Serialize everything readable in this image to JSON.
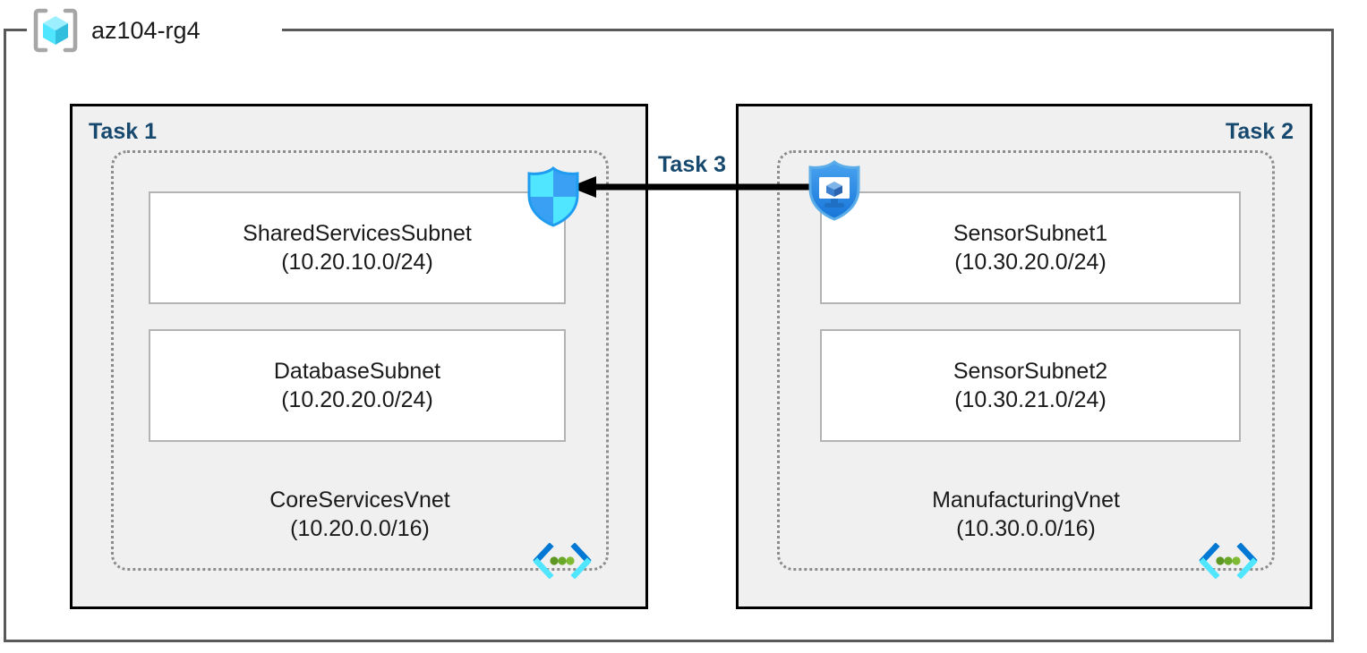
{
  "diagram": {
    "title": "az104-rg4",
    "resource_group_icon": "resource-group-cube-icon"
  },
  "colors": {
    "task_label": "#17496f",
    "task_fill": "#f0f0f0",
    "task_border": "#000000",
    "rg_border": "#595959",
    "vnet_border": "#8c8c8c",
    "subnet_border": "#b3b3b3",
    "arrow": "#000000",
    "azure_blue": "#1f9cf0",
    "azure_cyan": "#50e6ff",
    "vnet_green": "#5e9624"
  },
  "tasks": {
    "task1_label": "Task 1",
    "task2_label": "Task 2",
    "task3_label": "Task 3"
  },
  "vnets": [
    {
      "id": "core-services-vnet",
      "name": "CoreServicesVnet",
      "cidr": "(10.20.0.0/16)",
      "icon": "virtual-network-icon",
      "subnets": [
        {
          "id": "shared-services-subnet",
          "name": "SharedServicesSubnet",
          "cidr": "(10.20.10.0/24)"
        },
        {
          "id": "database-subnet",
          "name": "DatabaseSubnet",
          "cidr": "(10.20.20.0/24)"
        }
      ]
    },
    {
      "id": "manufacturing-vnet",
      "name": "ManufacturingVnet",
      "cidr": "(10.30.0.0/16)",
      "icon": "virtual-network-icon",
      "subnets": [
        {
          "id": "sensor-subnet-1",
          "name": "SensorSubnet1",
          "cidr": "(10.30.20.0/24)"
        },
        {
          "id": "sensor-subnet-2",
          "name": "SensorSubnet2",
          "cidr": "(10.30.21.0/24)"
        }
      ]
    }
  ],
  "icons": {
    "firewall": "shield-firewall-icon",
    "nsg": "network-security-group-icon",
    "connection": "peering-arrow-left-icon"
  }
}
